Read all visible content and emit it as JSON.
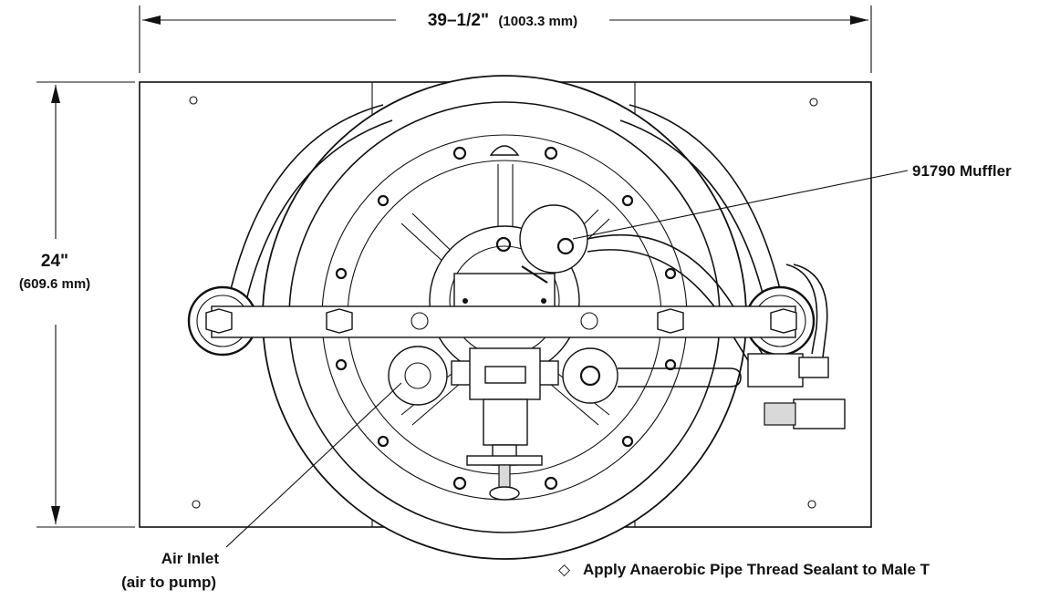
{
  "dimensions": {
    "width_label": "39–1/2\"",
    "width_metric": "(1003.3 mm)",
    "height_label": "24\"",
    "height_metric": "(609.6 mm)"
  },
  "callouts": {
    "muffler": "91790 Muffler",
    "air_inlet_line1": "Air Inlet",
    "air_inlet_line2": "(air to pump)"
  },
  "note": {
    "symbol": "◇",
    "text": "Apply Anaerobic Pipe Thread Sealant to Male T"
  }
}
